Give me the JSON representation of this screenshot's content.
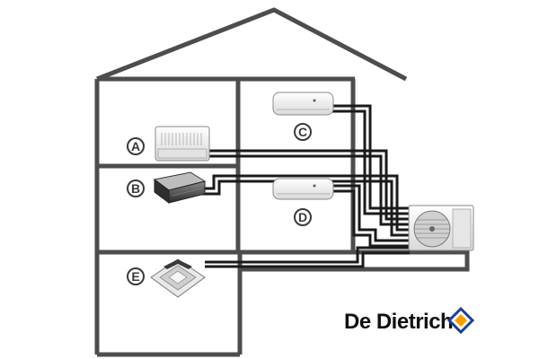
{
  "labels": {
    "a": "A",
    "b": "B",
    "c": "C",
    "d": "D",
    "e": "E"
  },
  "brand": {
    "name": "De Dietrich",
    "logo_icon": "diamond-logo-icon"
  },
  "colors": {
    "wall": "#4d4d4d",
    "pipe": "#1a1a1a",
    "unit_body": "#f2f2f2",
    "logo_blue": "#1f3f8f",
    "logo_orange": "#f5a000"
  },
  "units": [
    {
      "id": "A",
      "type": "ceiling-floor unit"
    },
    {
      "id": "B",
      "type": "ducted unit"
    },
    {
      "id": "C",
      "type": "wall-mounted unit"
    },
    {
      "id": "D",
      "type": "wall-mounted unit"
    },
    {
      "id": "E",
      "type": "cassette unit"
    },
    {
      "id": "outdoor",
      "type": "outdoor unit"
    }
  ]
}
